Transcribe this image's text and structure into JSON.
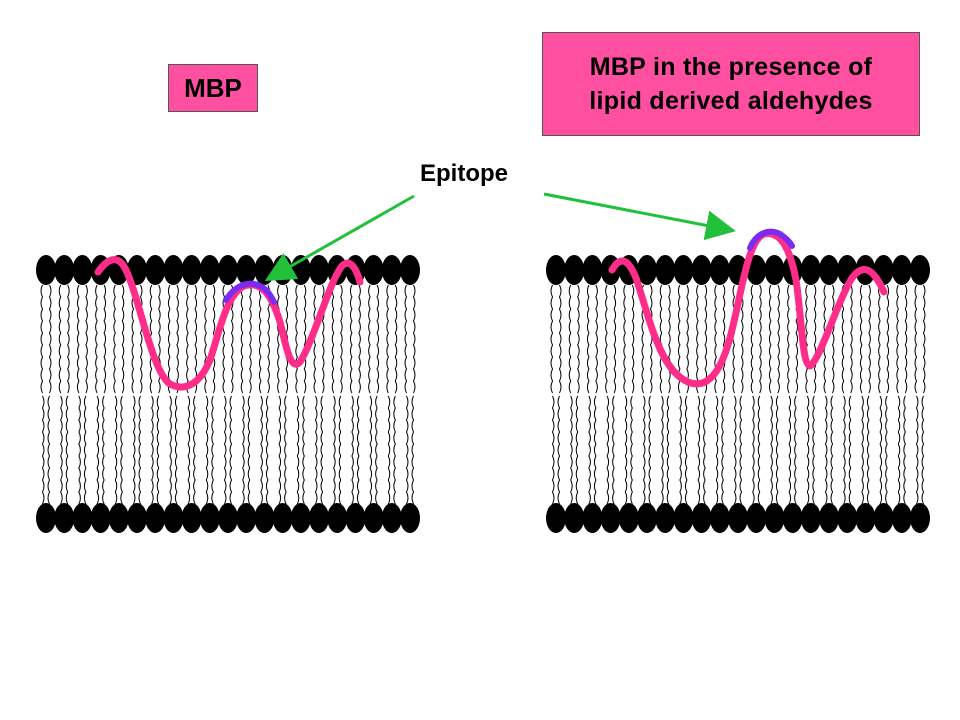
{
  "labels": {
    "mbp": "MBP",
    "mbp_aldehydes_line1": "MBP in the presence of",
    "mbp_aldehydes_line2": "lipid derived aldehydes",
    "epitope": "Epitope"
  },
  "colors": {
    "protein": "#ff2d8a",
    "epitope": "#7a2cf0",
    "arrow": "#22c03a",
    "lipid_head": "#000000",
    "label_box": "#ff4fa0"
  }
}
